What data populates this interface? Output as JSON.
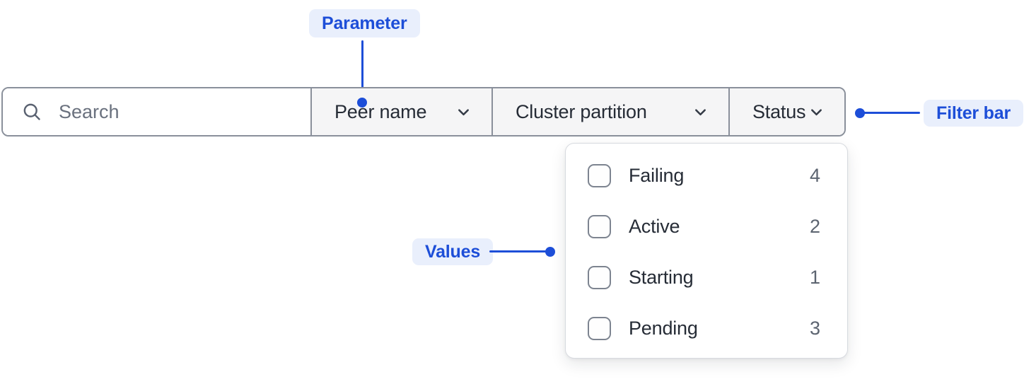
{
  "annotations": {
    "parameter": {
      "label": "Parameter"
    },
    "filterbar": {
      "label": "Filter bar"
    },
    "values": {
      "label": "Values"
    }
  },
  "filter_bar": {
    "search": {
      "placeholder": "Search",
      "value": ""
    },
    "parameters": [
      {
        "label": "Peer name"
      },
      {
        "label": "Cluster partition"
      },
      {
        "label": "Status"
      }
    ]
  },
  "status_dropdown": {
    "options": [
      {
        "label": "Failing",
        "count": "4",
        "checked": false
      },
      {
        "label": "Active",
        "count": "2",
        "checked": false
      },
      {
        "label": "Starting",
        "count": "1",
        "checked": false
      },
      {
        "label": "Pending",
        "count": "3",
        "checked": false
      }
    ]
  },
  "colors": {
    "accent_blue": "#1D4ED8",
    "badge_background": "#E9EFFC",
    "bar_border": "#8A909B",
    "cell_background": "#F5F5F6",
    "text_dark": "#262C36",
    "text_muted": "#5C6470"
  }
}
